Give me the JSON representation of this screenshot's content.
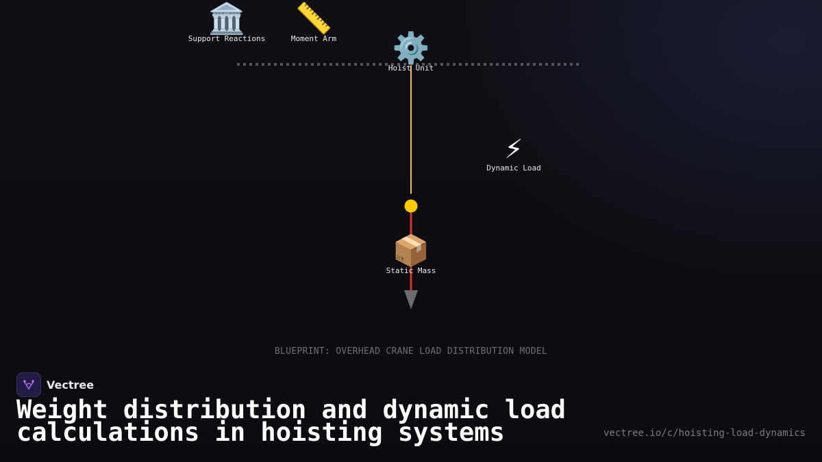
{
  "diagram": {
    "nodes": {
      "support_reactions": {
        "icon": "classical-building-icon",
        "emoji": "🏛️",
        "label": "Support Reactions"
      },
      "moment_arm": {
        "icon": "ruler-icon",
        "emoji": "📏",
        "label": "Moment Arm"
      },
      "hoist_unit": {
        "icon": "gear-icon",
        "emoji": "⚙️",
        "label": "Hoist Unit"
      },
      "dynamic_load": {
        "icon": "lightning-icon",
        "emoji": "⚡",
        "label": "Dynamic Load"
      },
      "static_mass": {
        "icon": "package-icon",
        "emoji": "📦",
        "label": "Static Mass"
      }
    },
    "colors": {
      "beam": "#55555e",
      "cable": "#f2c14e",
      "hook": "#ffcc00",
      "load_line": "#d63636",
      "arrow": "#6b6b70"
    },
    "caption": "BLUEPRINT: OVERHEAD CRANE LOAD DISTRIBUTION MODEL"
  },
  "brand": {
    "name": "Vectree",
    "icon": "vectree-logo-icon"
  },
  "headline": "Weight distribution and dynamic load calculations in hoisting systems",
  "url": "vectree.io/c/hoisting-load-dynamics"
}
